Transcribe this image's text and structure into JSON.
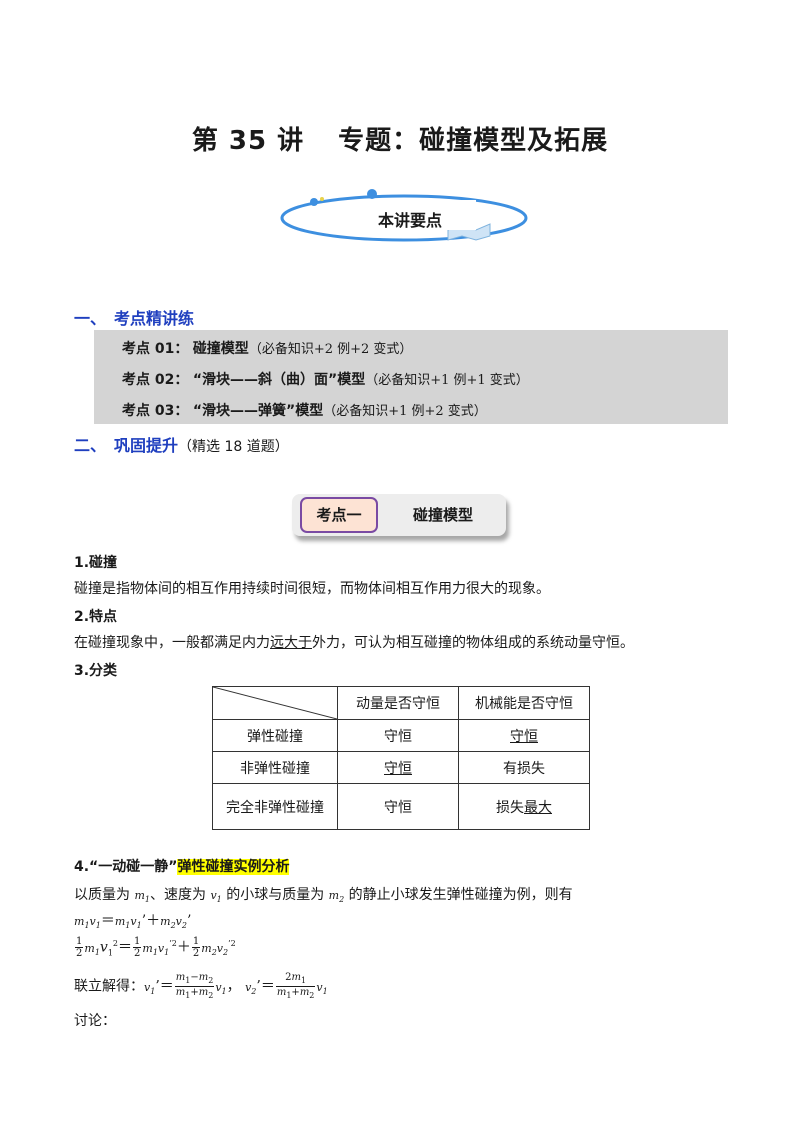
{
  "title": {
    "lecture": "第 35 讲",
    "topic": "专题：碰撞模型及拓展"
  },
  "ring_label": "本讲要点",
  "section1": {
    "label": "一、　考点精讲练"
  },
  "key_points": [
    {
      "label": "考点 01：",
      "title": "碰撞模型",
      "note": "（必备知识+2 例+2 变式）"
    },
    {
      "label": "考点 02：",
      "title": "“滑块——斜（曲）面”模型",
      "note": "（必备知识+1 例+1 变式）"
    },
    {
      "label": "考点 03：",
      "title": "“滑块——弹簧”模型",
      "note": "（必备知识+1 例+2 变式）"
    }
  ],
  "section2": {
    "label": "二、　巩固提升",
    "note": "（精选 18 道题）"
  },
  "badge": {
    "left": "考点一",
    "right": "碰撞模型"
  },
  "h1": "1.碰撞",
  "p1": "碰撞是指物体间的相互作用持续时间很短，而物体间相互作用力很大的现象。",
  "h2": "2.特点",
  "p2": {
    "a": "在碰撞现象中，一般都满足内力",
    "u": "远大于",
    "b": "外力，可认为相互碰撞的物体组成的系统动量守恒。"
  },
  "h3": "3.分类",
  "table": {
    "headers": [
      "动量是否守恒",
      "机械能是否守恒"
    ],
    "rows": [
      {
        "name": "弹性碰撞",
        "c1": "守恒",
        "c2": "守恒"
      },
      {
        "name": "非弹性碰撞",
        "c1": "守恒",
        "c2": "有损失"
      },
      {
        "name": "完全非弹性碰撞",
        "c1": "守恒",
        "c2a": "损失",
        "c2b": "最大"
      }
    ]
  },
  "h4": {
    "a": "4.“一动碰一静”",
    "b": "弹性碰撞实例分析"
  },
  "p4": {
    "a": "以质量为 ",
    "b": "、速度为 ",
    "c": " 的小球与质量为 ",
    "d": " 的静止小球发生弹性碰撞为例，则有"
  },
  "p_solve": "联立解得：",
  "p_disc": "讨论："
}
